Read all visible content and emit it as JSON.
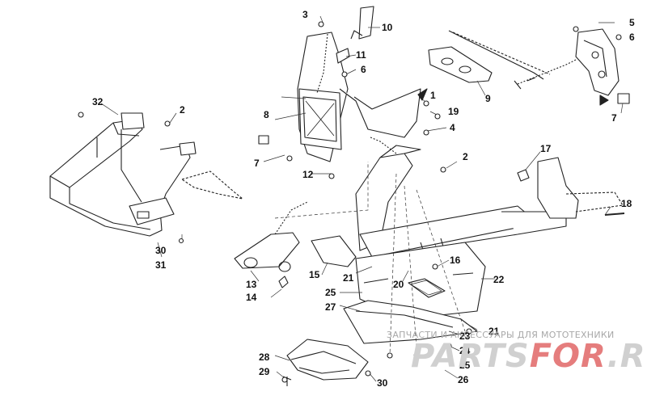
{
  "watermark": {
    "caption": "ЗАПЧАСТИ И АКСЕССУАРЫ ДЛЯ МОТОТЕХНИКИ",
    "logo_main": "PARTS",
    "logo_accent": "FOR",
    "logo_tail": ".RU",
    "logo_color": "#e57d7d",
    "caption_color": "#a8a8a8"
  },
  "callouts": [
    "3",
    "10",
    "11",
    "6",
    "1",
    "19",
    "4",
    "8",
    "7",
    "12",
    "2",
    "9",
    "5",
    "6",
    "7",
    "32",
    "2",
    "30",
    "31",
    "17",
    "18",
    "13",
    "14",
    "15",
    "21",
    "20",
    "16",
    "22",
    "25",
    "27",
    "23",
    "21",
    "24",
    "25",
    "26",
    "28",
    "29",
    "30"
  ],
  "colors": {
    "line": "#222222",
    "part_fill": "#ffffff",
    "shade": "#e8e8e8"
  }
}
